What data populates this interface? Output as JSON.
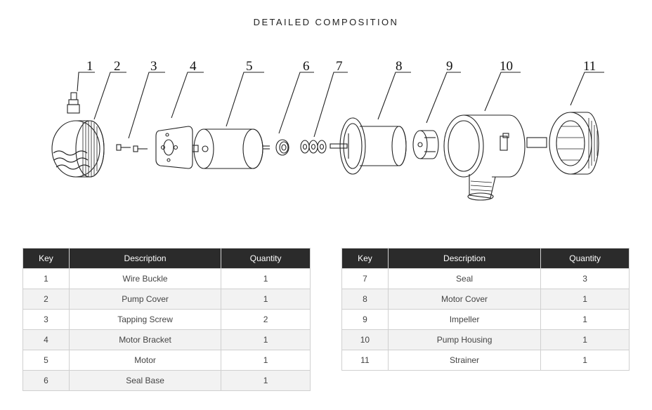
{
  "title": "DETAILED COMPOSITION",
  "callouts": [
    "1",
    "2",
    "3",
    "4",
    "5",
    "6",
    "7",
    "8",
    "9",
    "10",
    "11"
  ],
  "table_headers": {
    "key": "Key",
    "description": "Description",
    "quantity": "Quantity"
  },
  "parts_left": [
    {
      "key": "1",
      "description": "Wire Buckle",
      "quantity": "1"
    },
    {
      "key": "2",
      "description": "Pump Cover",
      "quantity": "1"
    },
    {
      "key": "3",
      "description": "Tapping Screw",
      "quantity": "2"
    },
    {
      "key": "4",
      "description": "Motor Bracket",
      "quantity": "1"
    },
    {
      "key": "5",
      "description": "Motor",
      "quantity": "1"
    },
    {
      "key": "6",
      "description": "Seal Base",
      "quantity": "1"
    }
  ],
  "parts_right": [
    {
      "key": "7",
      "description": "Seal",
      "quantity": "3"
    },
    {
      "key": "8",
      "description": "Motor Cover",
      "quantity": "1"
    },
    {
      "key": "9",
      "description": "Impeller",
      "quantity": "1"
    },
    {
      "key": "10",
      "description": "Pump Housing",
      "quantity": "1"
    },
    {
      "key": "11",
      "description": "Strainer",
      "quantity": "1"
    }
  ]
}
